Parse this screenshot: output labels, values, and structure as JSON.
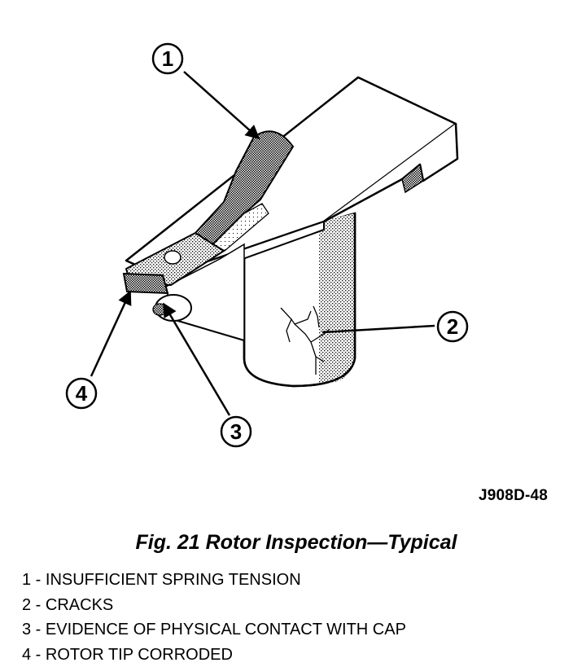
{
  "callouts": [
    {
      "number": "1"
    },
    {
      "number": "2"
    },
    {
      "number": "3"
    },
    {
      "number": "4"
    }
  ],
  "figure_id": "J908D-48",
  "caption": "Fig. 21 Rotor Inspection—Typical",
  "legend": [
    "1 - INSUFFICIENT SPRING TENSION",
    "2 - CRACKS",
    "3 - EVIDENCE OF PHYSICAL CONTACT WITH CAP",
    "4 - ROTOR TIP CORRODED"
  ]
}
